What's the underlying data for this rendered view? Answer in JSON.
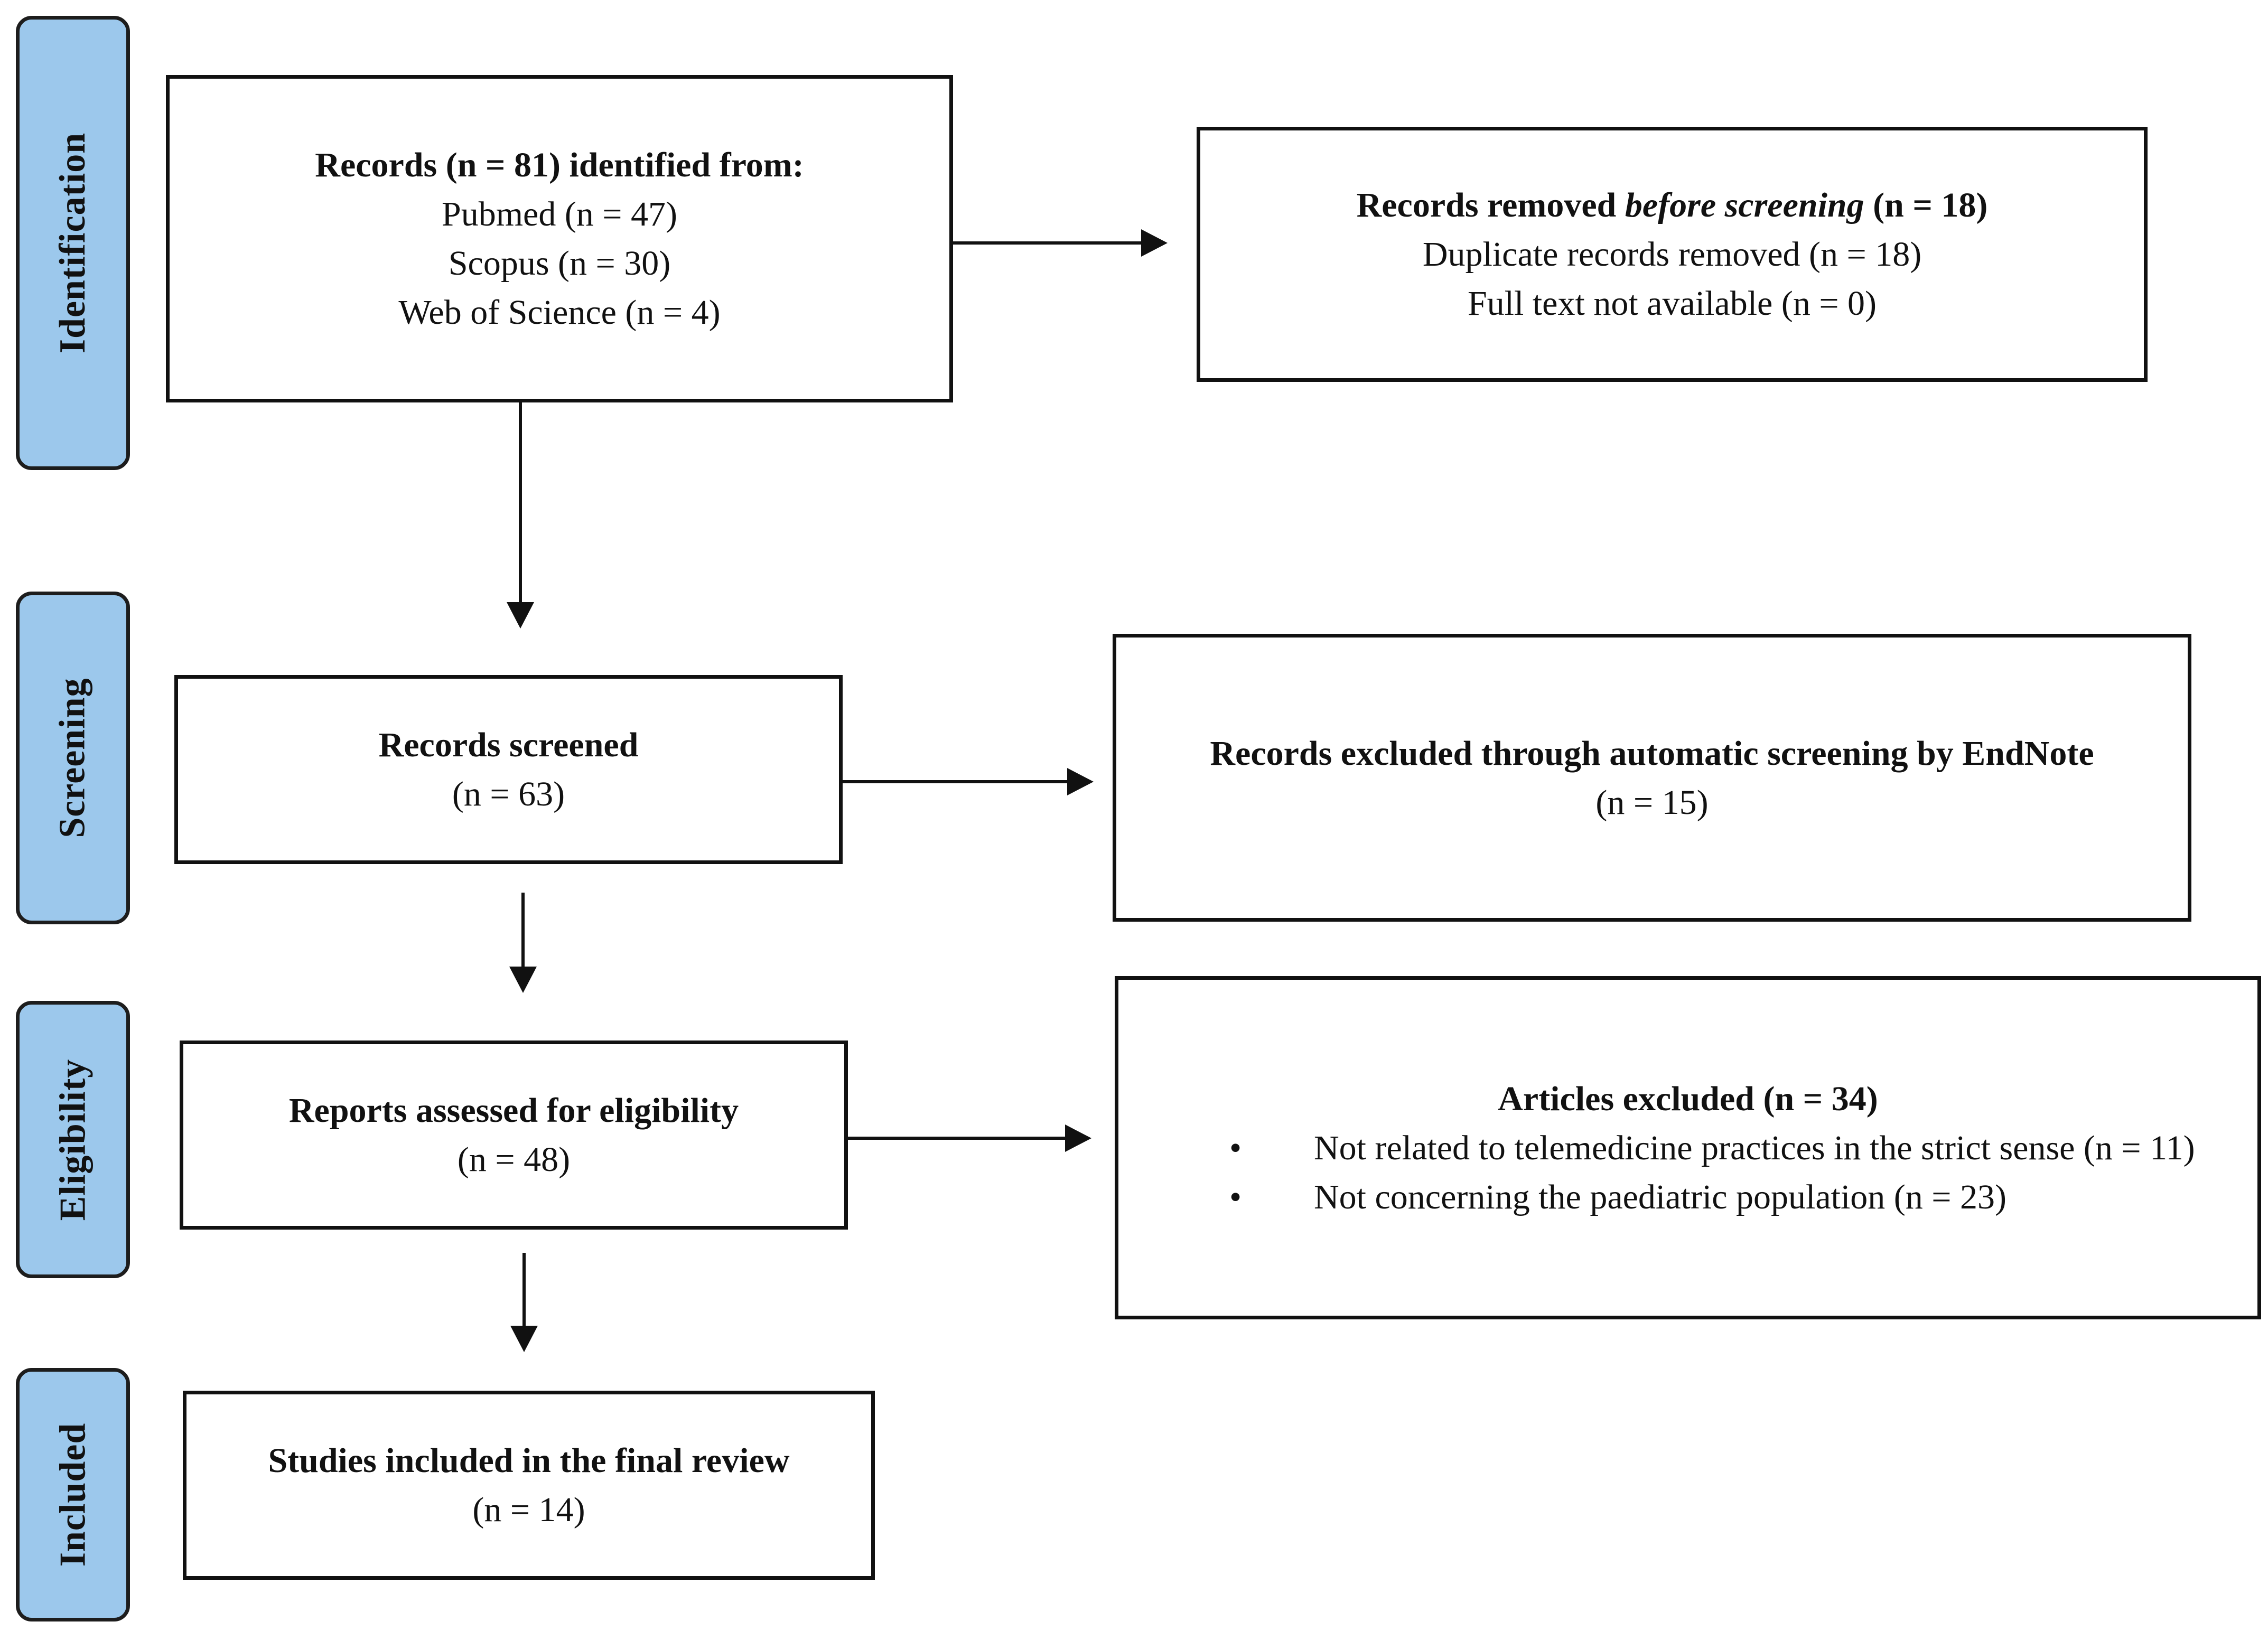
{
  "phases": {
    "identification": "Identification",
    "screening": "Screening",
    "eligibility": "Eligibility",
    "included": "Included"
  },
  "identification_box": {
    "heading": "Records (n = 81) identified from:",
    "sources": [
      "Pubmed (n = 47)",
      "Scopus (n = 30)",
      "Web of Science (n = 4)"
    ]
  },
  "removed_box": {
    "heading_prefix": "Records removed ",
    "heading_italic": "before screening",
    "heading_suffix": " (n = 18)",
    "lines": [
      "Duplicate records removed (n = 18)",
      "Full text not available (n = 0)"
    ]
  },
  "screened_box": {
    "heading": "Records screened",
    "count": "(n = 63)"
  },
  "auto_excluded_box": {
    "heading": "Records excluded through automatic screening by EndNote",
    "count": "(n = 15)"
  },
  "eligibility_box": {
    "heading": "Reports assessed for eligibility",
    "count": "(n = 48)"
  },
  "articles_excluded_box": {
    "heading": "Articles excluded (n = 34)",
    "reasons": [
      "Not related to telemedicine practices in the strict sense (n = 11)",
      "Not concerning the paediatric population (n = 23)"
    ]
  },
  "included_box": {
    "heading": "Studies included in the final review",
    "count": "(n = 14)"
  }
}
